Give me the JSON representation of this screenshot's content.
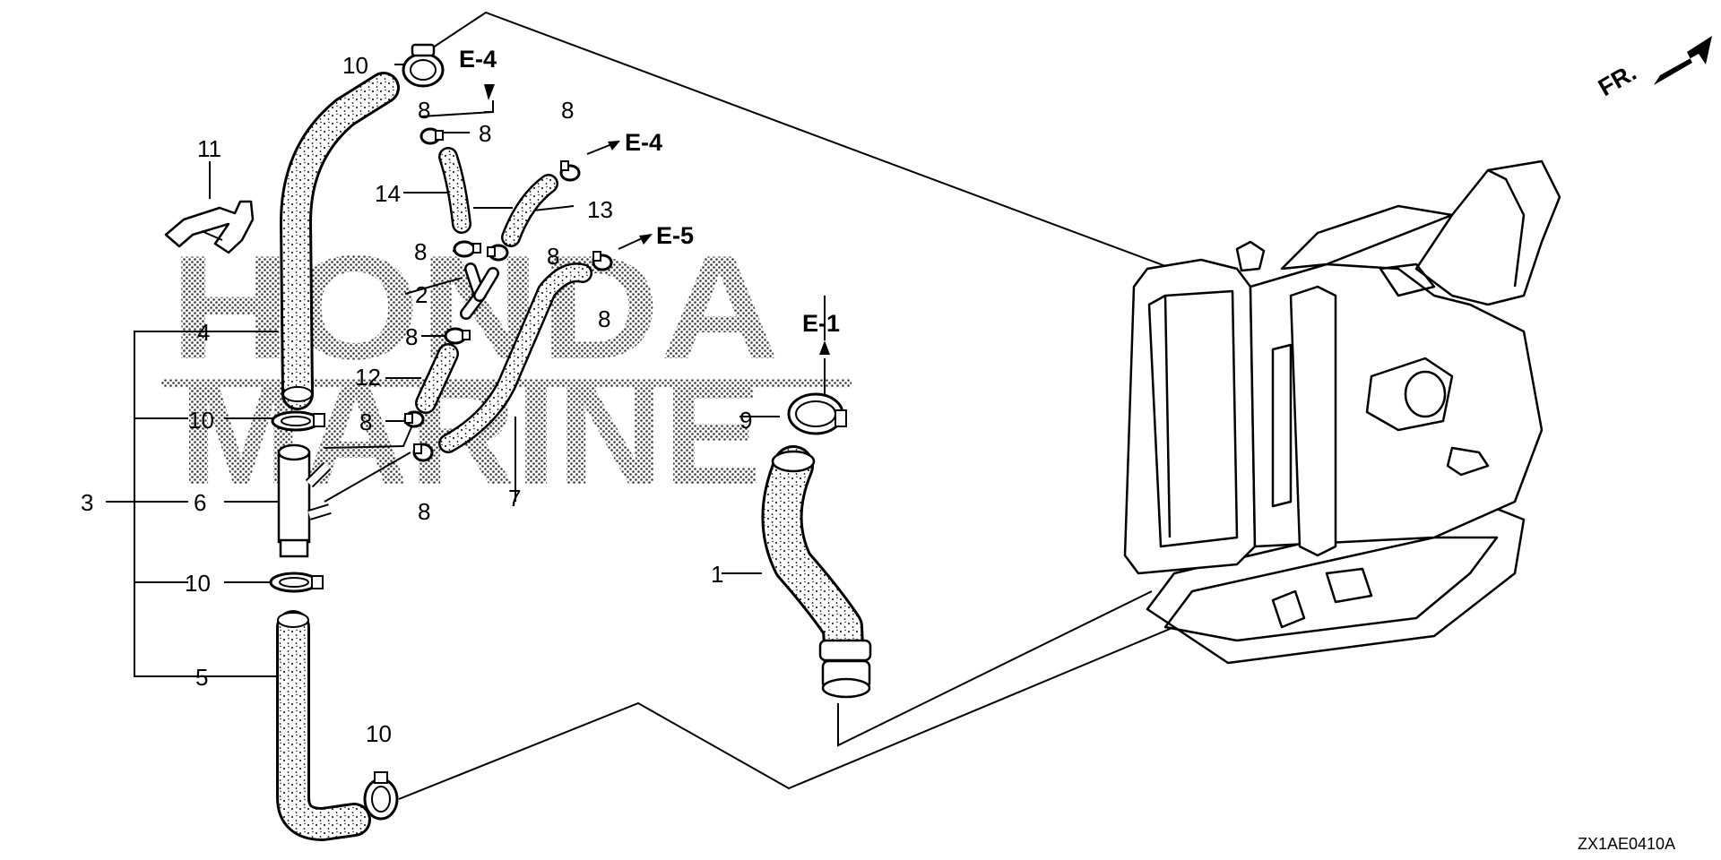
{
  "diagram": {
    "watermark_top": "HONDA",
    "watermark_bottom": "MARINE",
    "front_indicator": "FR.",
    "code": "ZX1AE0410A",
    "callouts": [
      {
        "id": "c1",
        "text": "1"
      },
      {
        "id": "c2",
        "text": "2"
      },
      {
        "id": "c3",
        "text": "3"
      },
      {
        "id": "c4",
        "text": "4"
      },
      {
        "id": "c5",
        "text": "5"
      },
      {
        "id": "c6",
        "text": "6"
      },
      {
        "id": "c7",
        "text": "7"
      },
      {
        "id": "c8a",
        "text": "8"
      },
      {
        "id": "c8b",
        "text": "8"
      },
      {
        "id": "c8c",
        "text": "8"
      },
      {
        "id": "c8d",
        "text": "8"
      },
      {
        "id": "c8e",
        "text": "8"
      },
      {
        "id": "c8f",
        "text": "8"
      },
      {
        "id": "c8g",
        "text": "8"
      },
      {
        "id": "c8h",
        "text": "8"
      },
      {
        "id": "c8i",
        "text": "8"
      },
      {
        "id": "c9",
        "text": "9"
      },
      {
        "id": "c10a",
        "text": "10"
      },
      {
        "id": "c10b",
        "text": "10"
      },
      {
        "id": "c10c",
        "text": "10"
      },
      {
        "id": "c10d",
        "text": "10"
      },
      {
        "id": "c11",
        "text": "11"
      },
      {
        "id": "c12",
        "text": "12"
      },
      {
        "id": "c13",
        "text": "13"
      },
      {
        "id": "c14",
        "text": "14"
      }
    ],
    "references": [
      {
        "id": "r1",
        "text": "E-4"
      },
      {
        "id": "r2",
        "text": "E-4"
      },
      {
        "id": "r3",
        "text": "E-5"
      },
      {
        "id": "r4",
        "text": "E-1"
      }
    ]
  }
}
